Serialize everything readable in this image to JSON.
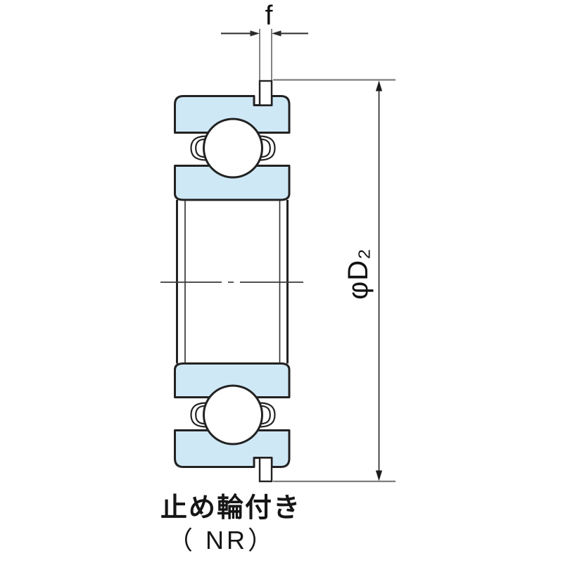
{
  "diagram": {
    "type": "deep-groove-ball-bearing-cross-section-with-snap-ring",
    "labels": {
      "dimension_f": "f",
      "dimension_d2": "φD₂"
    },
    "caption": {
      "line1": "止め輪付き",
      "line2": "（ NR）"
    },
    "colors": {
      "ring_fill": "#cfe8f6",
      "outline": "#222222",
      "extension_line": "#7e7e7e",
      "dimension_line": "#2b2b2b",
      "text": "#111111",
      "background": "#ffffff"
    }
  }
}
